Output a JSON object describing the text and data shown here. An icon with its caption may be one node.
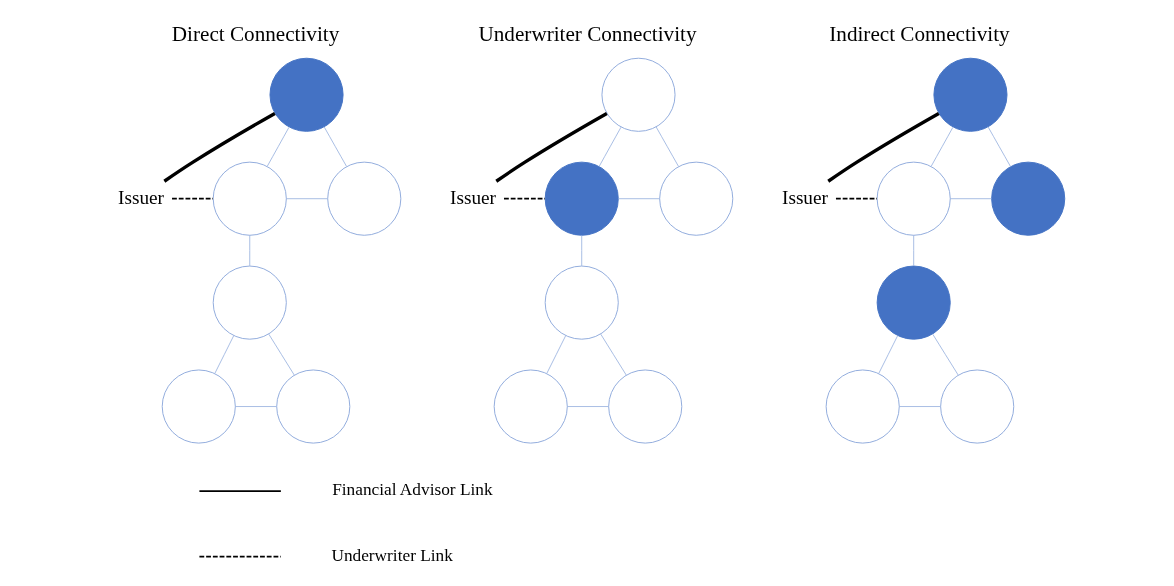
{
  "diagram": {
    "nodes": [
      {
        "text": [
          "Issuer"
        ]
      },
      {
        "text": [],
        "shape": "circle"
      },
      {
        "text": [],
        "shape": "circle"
      },
      {
        "text": [],
        "shape": "circle"
      },
      {
        "text": [],
        "shape": "circle"
      },
      {
        "text": [],
        "shape": "circle"
      },
      {
        "text": [],
        "shape": "circle"
      },
      {
        "text": [
          "Issuer"
        ]
      },
      {
        "text": [],
        "shape": "circle"
      },
      {
        "text": [],
        "shape": "circle"
      },
      {
        "text": [],
        "shape": "circle"
      },
      {
        "text": [],
        "shape": "circle"
      },
      {
        "text": [],
        "shape": "circle"
      },
      {
        "text": [],
        "shape": "circle"
      },
      {
        "text": [
          "Issuer"
        ]
      },
      {
        "text": [],
        "shape": "circle"
      },
      {
        "text": [],
        "shape": "circle"
      },
      {
        "text": [],
        "shape": "circle"
      },
      {
        "text": [],
        "shape": "circle"
      },
      {
        "text": [],
        "shape": "circle"
      },
      {
        "text": [],
        "shape": "circle"
      }
    ],
    "edges": [
      {
        "from": 0,
        "to": 1,
        "arrow": "none",
        "style": "thick",
        "color": "#000000"
      },
      {
        "from": 0,
        "to": 2,
        "arrow": "none",
        "style": "dashed",
        "color": "#000000"
      },
      {
        "from": 1,
        "to": 2,
        "arrow": "none"
      },
      {
        "from": 1,
        "to": 3,
        "arrow": "none"
      },
      {
        "from": 2,
        "to": 3,
        "arrow": "none"
      },
      {
        "from": 2,
        "to": 4,
        "arrow": "none"
      },
      {
        "from": 4,
        "to": 5,
        "arrow": "none"
      },
      {
        "from": 4,
        "to": 6,
        "arrow": "none"
      },
      {
        "from": 5,
        "to": 6,
        "arrow": "none"
      },
      {
        "from": 7,
        "to": 8,
        "arrow": "none",
        "style": "thick",
        "color": "#000000"
      },
      {
        "from": 7,
        "to": 9,
        "arrow": "none",
        "style": "dashed",
        "color": "#000000"
      },
      {
        "from": 8,
        "to": 9,
        "arrow": "none"
      },
      {
        "from": 8,
        "to": 10,
        "arrow": "none"
      },
      {
        "from": 9,
        "to": 10,
        "arrow": "none"
      },
      {
        "from": 9,
        "to": 11,
        "arrow": "none"
      },
      {
        "from": 11,
        "to": 12,
        "arrow": "none"
      },
      {
        "from": 11,
        "to": 13,
        "arrow": "none"
      },
      {
        "from": 12,
        "to": 13,
        "arrow": "none"
      },
      {
        "from": 14,
        "to": 15,
        "arrow": "none",
        "style": "thick",
        "color": "#000000"
      },
      {
        "from": 14,
        "to": 16,
        "arrow": "none",
        "style": "dashed",
        "color": "#000000"
      },
      {
        "from": 15,
        "to": 16,
        "arrow": "none"
      },
      {
        "from": 15,
        "to": 17,
        "arrow": "none"
      },
      {
        "from": 16,
        "to": 17,
        "arrow": "none"
      },
      {
        "from": 16,
        "to": 18,
        "arrow": "none"
      },
      {
        "from": 18,
        "to": 19,
        "arrow": "none"
      },
      {
        "from": 18,
        "to": 20,
        "arrow": "none"
      },
      {
        "from": 19,
        "to": 20,
        "arrow": "none"
      }
    ],
    "labels": [
      "Direct Connectivity",
      "Underwriter Connectivity",
      "Indirect Connectivity"
    ],
    "legend": [
      {
        "text": "Financial Advisor Link"
      },
      {
        "text": "Underwriter Link"
      }
    ]
  }
}
